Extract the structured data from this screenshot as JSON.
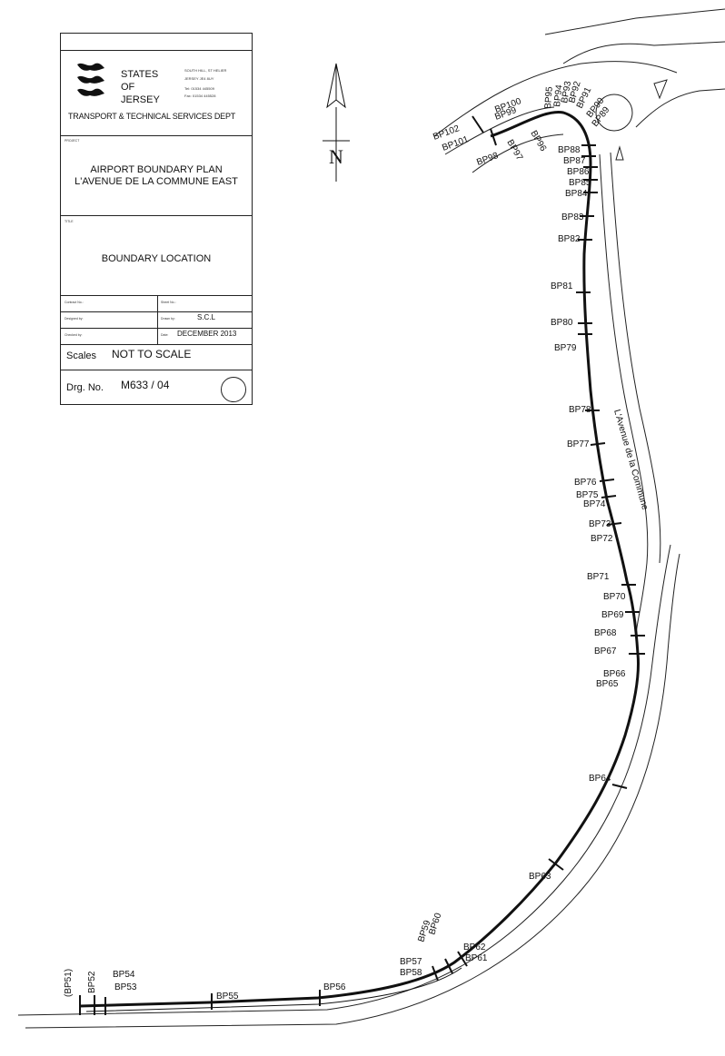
{
  "title_block": {
    "org_lines": [
      "STATES",
      "OF",
      "JERSEY"
    ],
    "address_lines": [
      "SOUTH HILL, ST HELIER",
      "JERSEY   JE4 8UY"
    ],
    "contact_lines": [
      "Tel: 01534 445509",
      "Fax: 01534 445528"
    ],
    "department": "TRANSPORT & TECHNICAL SERVICES DEPT",
    "project_label": "PROJECT",
    "project_lines": [
      "AIRPORT BOUNDARY PLAN",
      "L'AVENUE DE LA COMMUNE EAST"
    ],
    "title_label": "TITLE",
    "title": "BOUNDARY LOCATION",
    "contract_label": "Contract No.:",
    "sheet_label": "Sheet No.:",
    "designed_label": "Designed by:",
    "drawn_label": "Drawn by:",
    "drawn_value": "S.C.L",
    "checked_label": "Checked by:",
    "date_label": "Date:",
    "date_value": "DECEMBER 2013",
    "scales_label": "Scales",
    "scales_value": "NOT TO SCALE",
    "drg_label": "Drg. No.",
    "drg_value": "M633 / 04"
  },
  "north_arrow": {
    "label": "N"
  },
  "road_name": "L'Avenue de la Commune",
  "boundary_points": [
    "(BP51)",
    "BP52",
    "BP53",
    "BP54",
    "BP55",
    "BP56",
    "BP57",
    "BP58",
    "BP59",
    "BP60",
    "BP61",
    "BP62",
    "BP63",
    "BP64",
    "BP65",
    "BP66",
    "BP67",
    "BP68",
    "BP69",
    "BP70",
    "BP71",
    "BP72",
    "BP73",
    "BP74",
    "BP75",
    "BP76",
    "BP77",
    "BP78",
    "BP79",
    "BP80",
    "BP81",
    "BP82",
    "BP83",
    "BP84",
    "BP85",
    "BP86",
    "BP87",
    "BP88",
    "BP89",
    "BP90",
    "BP91",
    "BP92",
    "BP93",
    "BP94",
    "BP95",
    "BP96",
    "BP97",
    "BP98",
    "BP99",
    "BP100",
    "BP101",
    "BP102"
  ]
}
